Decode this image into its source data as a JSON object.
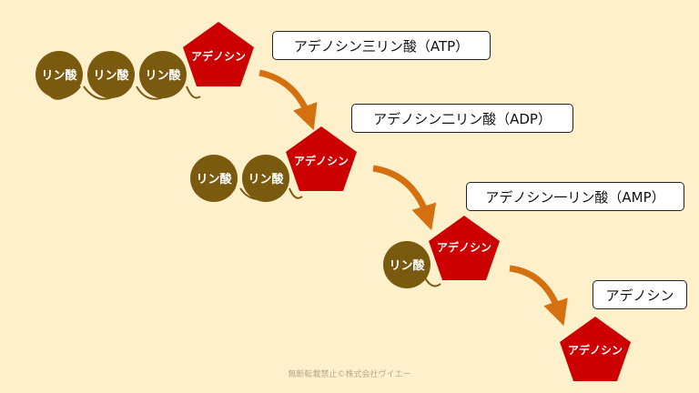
{
  "colors": {
    "background": "#fff0cc",
    "phosphate": "#7a5a0f",
    "adenosine": "#cc0000",
    "arrow": "#d4700f",
    "link": "#7a5a0f"
  },
  "labels": {
    "atp": "アデノシン三リン酸（ATP）",
    "adp": "アデノシン二リン酸（ADP）",
    "amp": "アデノシン一リン酸（AMP）",
    "adenosine": "アデノシン"
  },
  "shapes": {
    "phosphate": "リン酸",
    "adenosine": "アデノシン"
  },
  "footer": "無断転載禁止©株式会社ヴイエー"
}
